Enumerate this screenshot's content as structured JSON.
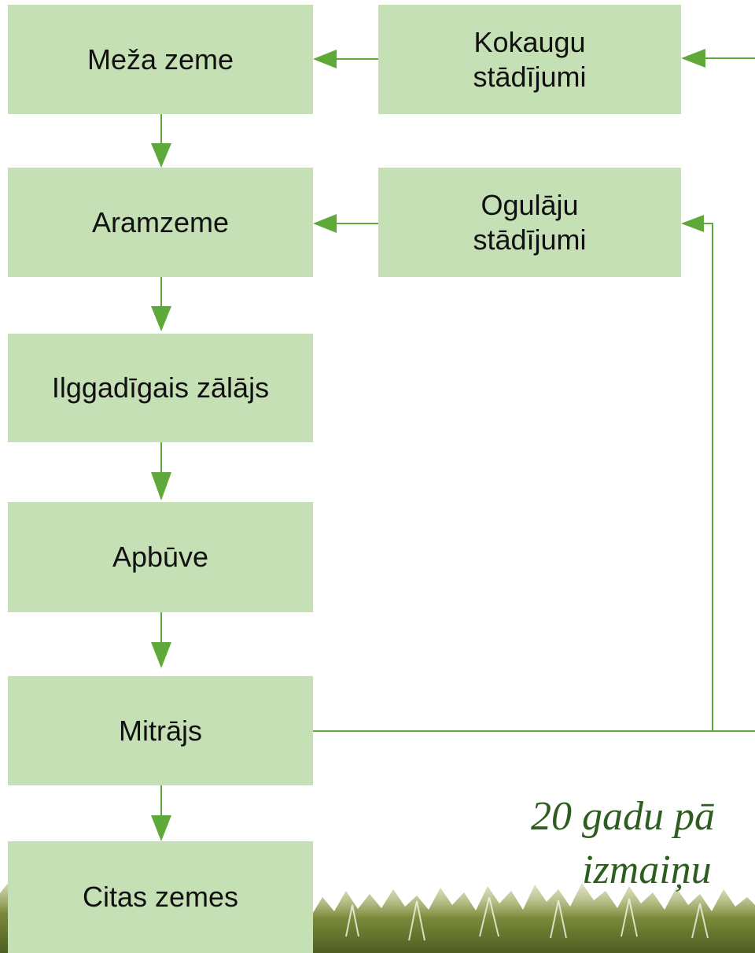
{
  "colors": {
    "box_fill": "#c5e0b4",
    "connector": "#5fa83a",
    "caption_text": "#2e5e1f",
    "footer_foliage": "#7a8a3a"
  },
  "boxes": {
    "meza_zeme": "Meža zeme",
    "aramzeme": "Aramzeme",
    "ilggadigais_zalajs": "Ilggadīgais zālājs",
    "apbuve": "Apbūve",
    "mitrajs": "Mitrājs",
    "citas_zemes": "Citas zemes",
    "kokaugu_stadijumi": "Kokaugu\nstādījumi",
    "ogulaju_stadijumi": "Ogulāju\nstādījumi"
  },
  "caption": {
    "line1": "20 gadu pā",
    "line2": "izmaiņu"
  },
  "footer": {
    "decoration": "foliage-silhouette"
  }
}
